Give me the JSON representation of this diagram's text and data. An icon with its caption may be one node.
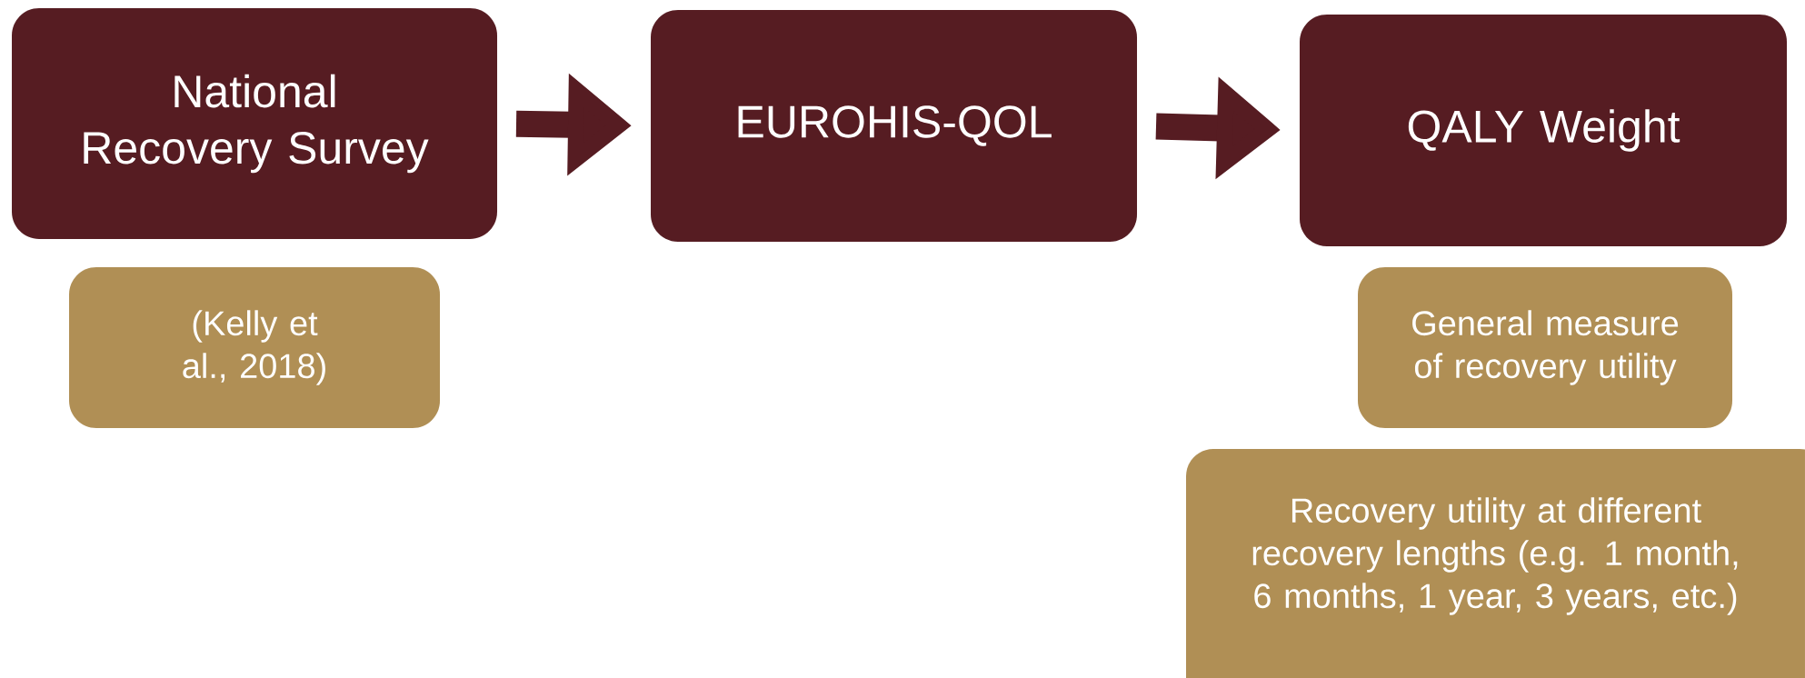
{
  "diagram": {
    "nodes": [
      {
        "text": [
          "National Recovery Survey"
        ]
      },
      {
        "text": [
          "EUROHIS-QOL"
        ]
      },
      {
        "text": [
          "QALY Weight"
        ]
      },
      {
        "text": [
          "(Kelly et al., 2018)"
        ]
      },
      {
        "text": [
          "General measure of recovery utility"
        ]
      },
      {
        "text": [
          "Recovery utility at different recovery lengths (e.g. 1 month, 6 months, 1 year, 3 years, etc.)"
        ]
      }
    ],
    "edges": [
      {
        "from": 0,
        "to": 1,
        "arrow": "to"
      },
      {
        "from": 1,
        "to": 2,
        "arrow": "to"
      }
    ]
  }
}
